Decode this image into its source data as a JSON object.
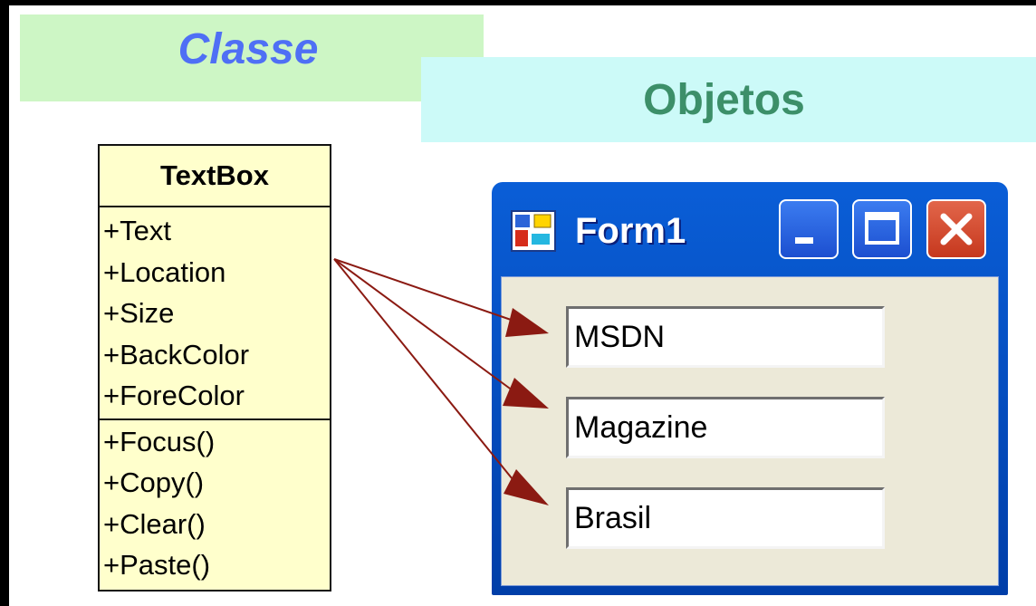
{
  "labels": {
    "classe": "Classe",
    "objetos": "Objetos"
  },
  "class_box": {
    "name": "TextBox",
    "attributes": [
      "+Text",
      "+Location",
      "+Size",
      "+BackColor",
      "+ForeColor"
    ],
    "methods": [
      "+Focus()",
      "+Copy()",
      "+Clear()",
      "+Paste()"
    ]
  },
  "window": {
    "title": "Form1",
    "textboxes": [
      "MSDN",
      "Magazine",
      "Brasil"
    ]
  },
  "colors": {
    "classe_text": "#4f6ff5",
    "classe_bg": "#cdf6c5",
    "objetos_text": "#3c8f69",
    "objetos_bg": "#ccfaf8",
    "uml_bg": "#ffffcc",
    "arrow": "#8b1a12",
    "window_frame": "#0a5ed7"
  },
  "icons": [
    "form-app-icon",
    "minimize-icon",
    "maximize-icon",
    "close-icon"
  ]
}
